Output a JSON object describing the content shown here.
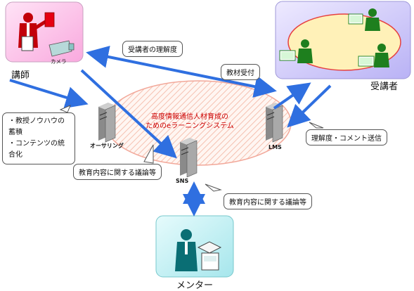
{
  "center": {
    "title_line1": "高度情報通信人材育成の",
    "title_line2": "ためのeラーニングシステム"
  },
  "actors": {
    "instructor": "講師",
    "camera": "カメラ",
    "students": "受講者",
    "mentor": "メンター"
  },
  "servers": {
    "authoring": "オーサリング",
    "lms": "LMS",
    "sns": "SNS"
  },
  "callouts": {
    "understanding": "受講者の理解度",
    "materials_received": "教材受付",
    "know_how_line1": "・教授ノウハウの蓄積",
    "know_how_line2": "・コンテンツの統合化",
    "discussion_left": "教育内容に関する議論等",
    "feedback": "理解度・コメント送信",
    "discussion_bottom": "教育内容に関する議論等"
  },
  "colors": {
    "arrow": "#2f6fe0",
    "instructor_box": "#ffcfef",
    "students_box": "#d4d0ff",
    "mentor_box": "#cdf3f5",
    "title": "#cc0000"
  }
}
